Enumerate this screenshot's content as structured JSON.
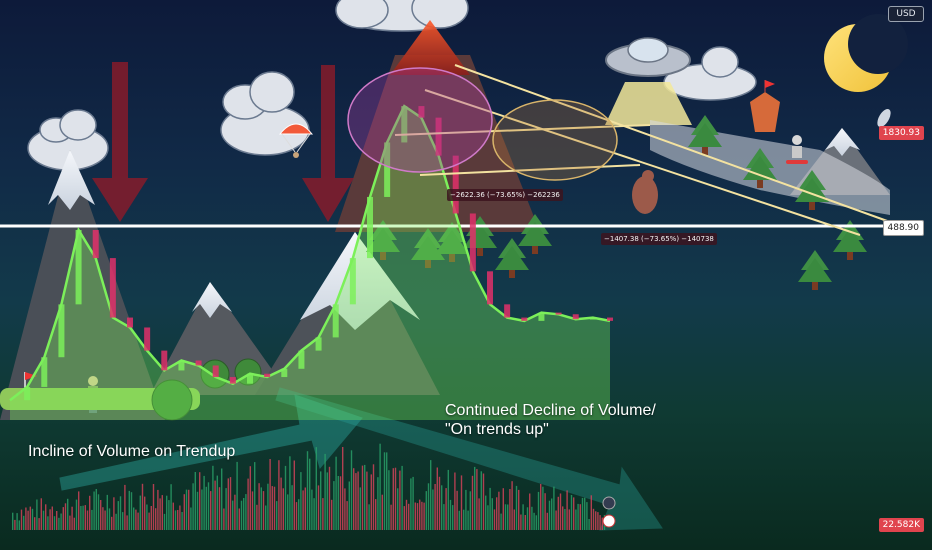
{
  "currency_button": "USD",
  "price_scale": {
    "top_marker": "1830.93",
    "line_marker": "488.90",
    "volume_marker": "22.582K"
  },
  "measurements": [
    "−2622.36 (−73.65%) −262236",
    "−1407.38 (−73.65%) −140738"
  ],
  "annotations": {
    "left": "Incline of Volume on Trendup",
    "right_line1": "Continued Decline of Volume/",
    "right_line2": "\"On trends up\""
  },
  "colors": {
    "horizontal_line": "#ffffff",
    "price_up": "#7cf05a",
    "price_down": "#e0306a",
    "volume_up": "#2aa36a",
    "volume_down": "#d9435b",
    "arrow_red": "#8a1b2a",
    "arrow_teal": "#2aa39a"
  },
  "icons": [
    "volcano",
    "ufo",
    "crescent-moon",
    "clouds",
    "mountains",
    "pine-trees",
    "bigfoot",
    "golfer",
    "tiki",
    "snowboarder",
    "camp",
    "parachute",
    "comet"
  ],
  "chart_data": {
    "type": "line",
    "title": "",
    "xlabel": "",
    "ylabel": "",
    "horizontal_level": 488.9,
    "price_top_marker": 1830.93,
    "volume_last": "22.582K",
    "ylim": [
      0,
      2300
    ],
    "series": [
      {
        "values": [
          120,
          200,
          380,
          700,
          1150,
          980,
          620,
          560,
          420,
          300,
          360,
          330,
          260,
          220,
          280,
          260,
          310,
          420,
          500,
          700,
          980,
          1350,
          1680,
          1900,
          1830,
          1600,
          1250,
          900,
          700,
          620,
          600,
          650,
          640,
          610,
          620,
          600
        ]
      }
    ]
  }
}
